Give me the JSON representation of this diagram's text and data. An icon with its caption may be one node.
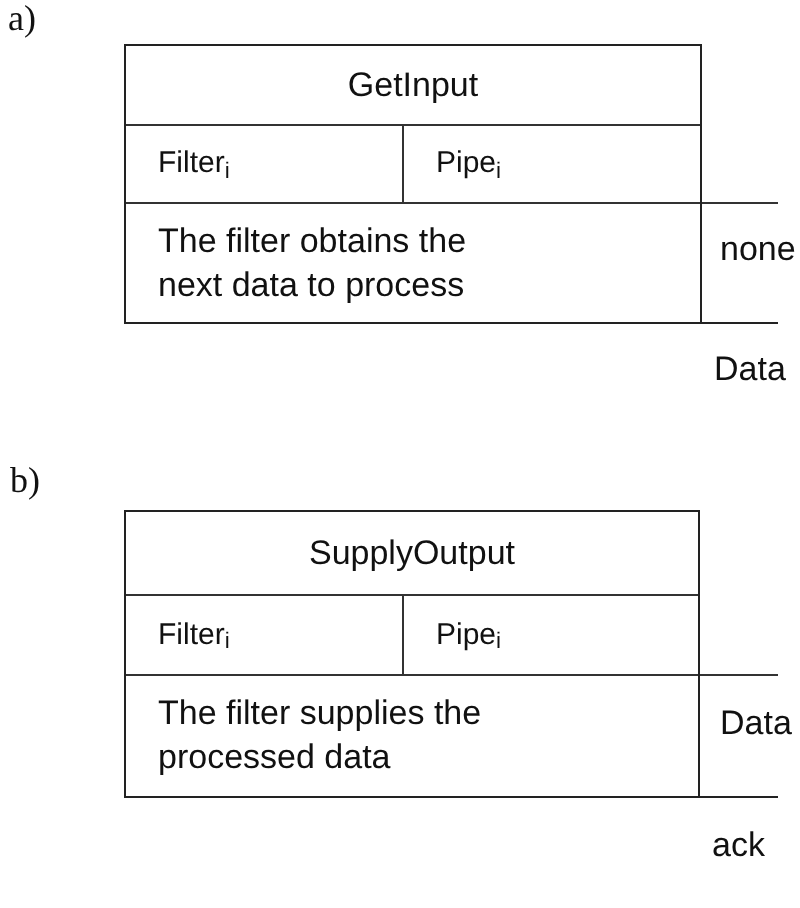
{
  "diagram": {
    "nodes": [
      {
        "text": [],
        "shape": "box"
      },
      {
        "text": [
          "GetInput"
        ],
        "in": 0
      },
      {
        "text": [
          "Filter$_{i}$"
        ],
        "in": 0
      },
      {
        "text": [
          "Pipe$_{i}$"
        ],
        "in": 0
      },
      {
        "text": [
          "The filter obtains the next data to process"
        ],
        "in": 0
      },
      {
        "text": [],
        "shape": "box"
      },
      {
        "text": [
          "SupplyOutput"
        ],
        "in": 5
      },
      {
        "text": [
          "Filter$_{i}$"
        ],
        "in": 5
      },
      {
        "text": [
          "Pipe$_{i}$"
        ],
        "in": 5
      },
      {
        "text": [
          "The filter supplies the processed data"
        ],
        "in": 5
      }
    ],
    "labels": [
      "a)",
      "none",
      "Data",
      "b)",
      "Data",
      "ack"
    ]
  }
}
